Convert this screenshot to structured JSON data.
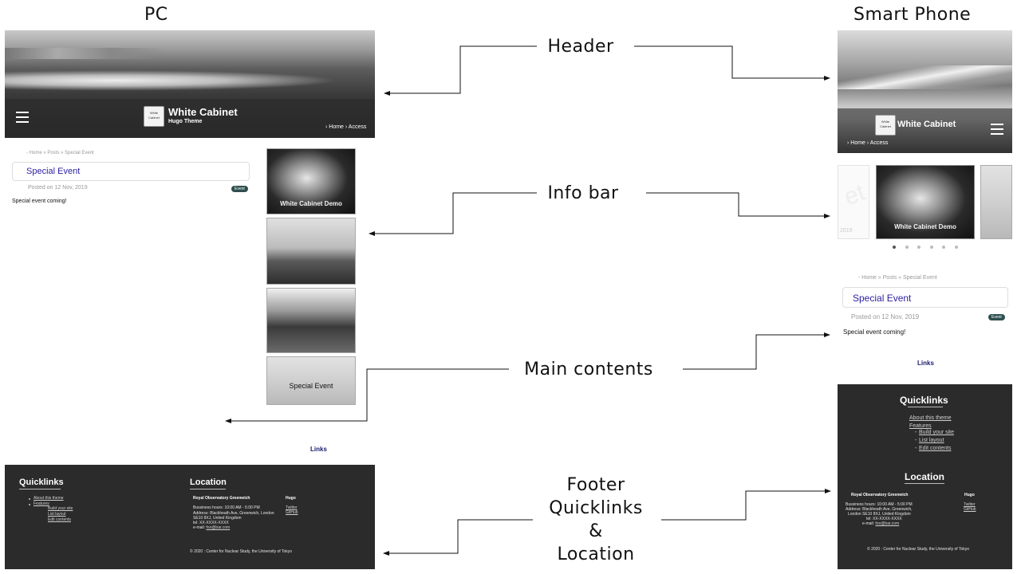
{
  "labels": {
    "pc": "PC",
    "phone": "Smart Phone",
    "header": "Header",
    "info_bar": "Info bar",
    "main_contents": "Main contents",
    "footer_lines": [
      "Footer",
      "Quicklinks",
      "&",
      "Location"
    ]
  },
  "site": {
    "title": "White Cabinet",
    "subtitle": "Hugo Theme",
    "logo_text": "White Cabinet",
    "nav": "› Home  › Access"
  },
  "post": {
    "breadcrumb": "- Home  »  Posts  »  Special Event",
    "title": "Special Event",
    "posted": "Posted on 12 Nov, 2019",
    "badge": "Event",
    "body": "Special event coming!",
    "links": "Links"
  },
  "info_images": [
    {
      "caption": "White Cabinet Demo"
    },
    {
      "caption": ""
    },
    {
      "caption": ""
    },
    {
      "caption": "Special Event"
    }
  ],
  "carousel": {
    "left_peek_text": "et",
    "left_peek_date": "2019",
    "dots": 6,
    "active_dot": 0
  },
  "footer": {
    "quicklinks_title": "Quicklinks",
    "quicklinks": [
      "About this theme",
      "Features"
    ],
    "features_sub": [
      "Build your site",
      "List layout",
      "Edit contents"
    ],
    "location_title": "Location",
    "org": "Royal Observatory Greenwich",
    "hours": "Bussiness hours: 10:00 AM - 5:00 PM",
    "address1": "Address: Blackheath Ave, Greenwich, London",
    "address2": "SE10 8XJ, United Kingdom",
    "tel": "tel: XX-XXXX-XXXX",
    "email_label": "e-mail: ",
    "email": "foo@bar.com",
    "hugo_title": "Hugo",
    "hugo_links": [
      "Twitter",
      "GitHub"
    ],
    "copyright": "© 2020 : Center for Nuclear Study, the University of Tokyo"
  },
  "phone_footer": {
    "address1": "Address: Blackheath Ave, Greenwich,",
    "address2": "London SE10 8XJ, United Kingdom"
  }
}
